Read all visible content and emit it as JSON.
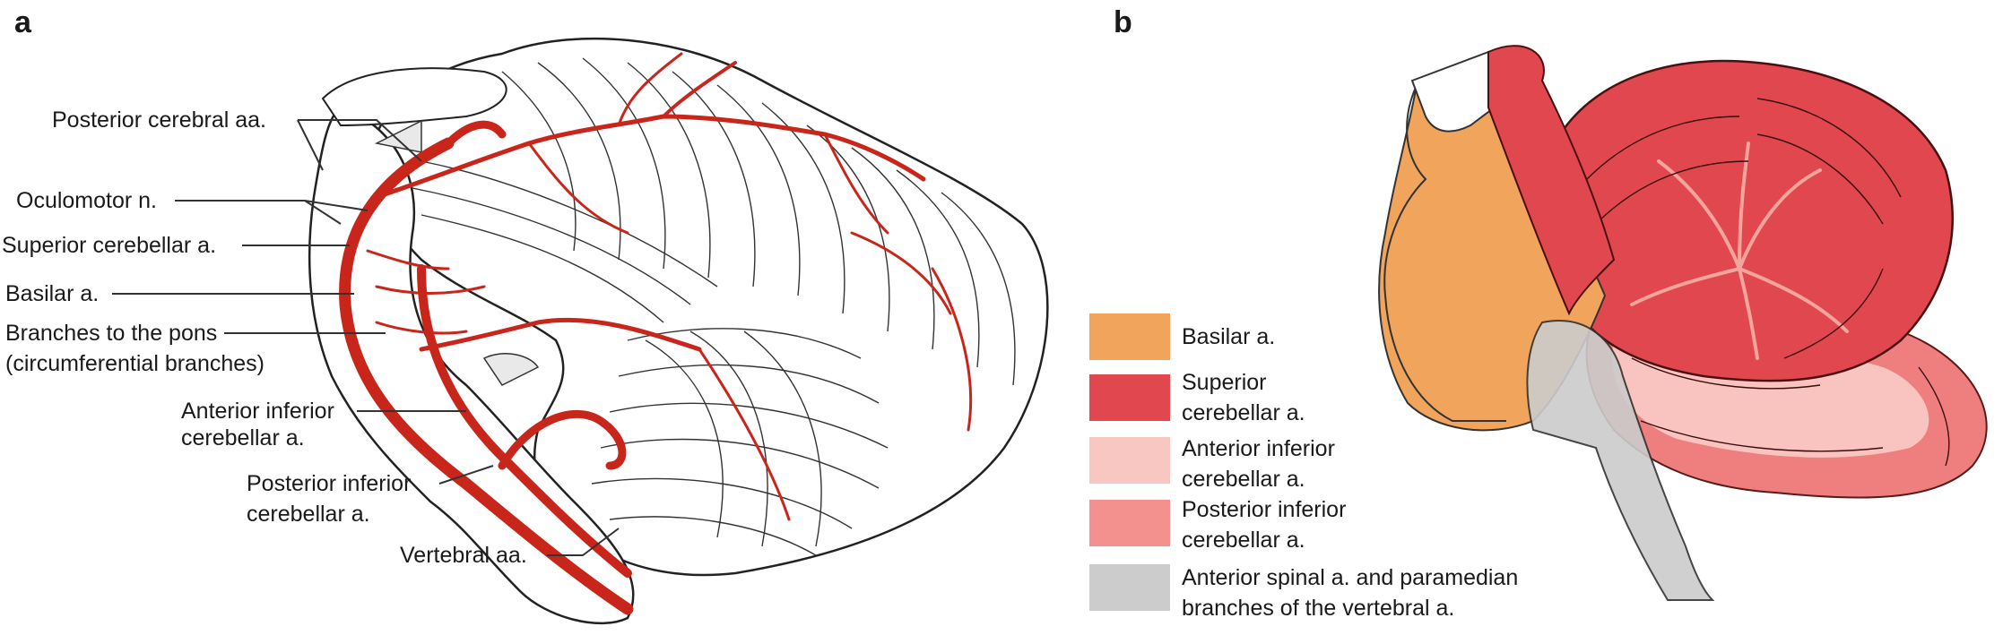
{
  "panel_a": {
    "letter": "a",
    "labels": {
      "posterior_cerebral": "Posterior cerebral aa.",
      "oculomotor": "Oculomotor n.",
      "superior_cerebellar": "Superior cerebellar a.",
      "basilar": "Basilar a.",
      "pons_branches_1": "Branches to the pons",
      "pons_branches_2": "(circumferential branches)",
      "aica_1": "Anterior inferior",
      "aica_2": "cerebellar a.",
      "pica_1": "Posterior inferior",
      "pica_2": "cerebellar a.",
      "vertebral": "Vertebral aa."
    }
  },
  "panel_b": {
    "letter": "b",
    "legend": [
      {
        "line1": "Basilar a.",
        "line2": "",
        "color": "#f0a45c"
      },
      {
        "line1": "Superior",
        "line2": "cerebellar a.",
        "color": "#e1474f"
      },
      {
        "line1": "Anterior inferior",
        "line2": "cerebellar a.",
        "color": "#f8c7c2"
      },
      {
        "line1": "Posterior inferior",
        "line2": "cerebellar a.",
        "color": "#f3918f"
      },
      {
        "line1": "Anterior spinal a. and paramedian",
        "line2": "branches of the vertebral a.",
        "color": "#cccccc"
      }
    ]
  }
}
